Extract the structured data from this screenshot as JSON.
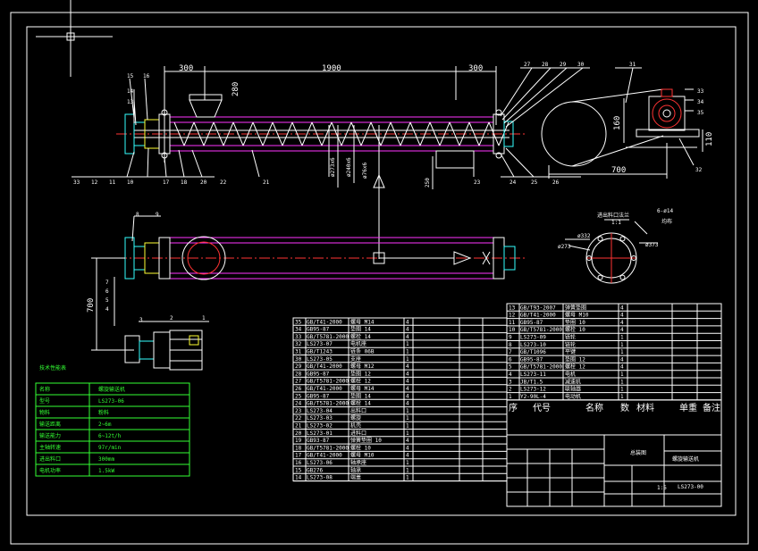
{
  "dims": {
    "d300_left": "300",
    "d1900": "1900",
    "d300_right": "300",
    "d280": "280",
    "d273": "ø273x6",
    "d240": "ø240x6",
    "d76": "ø76x6",
    "d250": "250",
    "d160": "160",
    "d700_motor": "700",
    "d110": "110",
    "d700_plan": "700"
  },
  "callouts_top_left": [
    "15",
    "16",
    "14",
    "13"
  ],
  "callouts_top_mid": [
    "27",
    "28",
    "29",
    "30"
  ],
  "callout_31": "31",
  "callouts_motor_right": [
    "33",
    "34",
    "35"
  ],
  "callout_32": "32",
  "callouts_bottom": [
    "33",
    "12",
    "11",
    "10",
    "17",
    "18",
    "20",
    "22",
    "21",
    "23",
    "24",
    "25",
    "26"
  ],
  "callouts_plan": [
    "8",
    "9",
    "7",
    "6",
    "5",
    "4",
    "3",
    "2",
    "1"
  ],
  "flange": {
    "title": "进出料口法兰",
    "scale": "1:1",
    "holes": "6-ø14",
    "holes_note": "均布",
    "d1": "ø332",
    "d2": "ø273",
    "d3": "ø373"
  },
  "tech_table": {
    "title": "技术性能表",
    "rows": [
      [
        "名称",
        "螺旋输送机"
      ],
      [
        "型号",
        "LS273-06"
      ],
      [
        "物料",
        "粉料"
      ],
      [
        "输送距离",
        "2~6m"
      ],
      [
        "输送能力",
        "6~12t/h"
      ],
      [
        "主轴转速",
        "97r/min"
      ],
      [
        "进出料口",
        "300mm"
      ],
      [
        "电机功率",
        "1.5kW"
      ]
    ]
  },
  "bom_left": [
    [
      "35",
      "GB/T41-2000",
      "螺母 M14",
      "4"
    ],
    [
      "34",
      "GB95-87",
      "垫圈 14",
      "4"
    ],
    [
      "33",
      "GB/T5781-2000",
      "螺栓 14",
      "4"
    ],
    [
      "32",
      "LS273-07",
      "电机座",
      "1"
    ],
    [
      "31",
      "GB/T1243",
      "链条 06B",
      "1"
    ],
    [
      "30",
      "LS273-05",
      "支座",
      "1"
    ],
    [
      "29",
      "GB/T41-2000",
      "螺母 M12",
      "4"
    ],
    [
      "28",
      "GB95-87",
      "垫圈 12",
      "4"
    ],
    [
      "27",
      "GB/T5781-2000",
      "螺栓 12",
      "4"
    ],
    [
      "26",
      "GB/T41-2000",
      "螺母 M14",
      "4"
    ],
    [
      "25",
      "GB95-87",
      "垫圈 14",
      "4"
    ],
    [
      "24",
      "GB/T5781-2000",
      "螺栓 14",
      "4"
    ],
    [
      "23",
      "LS273-04",
      "出料口",
      "1"
    ],
    [
      "22",
      "LS273-03",
      "螺旋",
      "1"
    ],
    [
      "21",
      "LS273-02",
      "机壳",
      "1"
    ],
    [
      "20",
      "LS273-01",
      "进料口",
      "1"
    ],
    [
      "19",
      "GB93-87",
      "弹簧垫圈 10",
      "4"
    ],
    [
      "18",
      "GB/T5781-2000",
      "螺栓 10",
      "4"
    ],
    [
      "17",
      "GB/T41-2000",
      "螺母 M10",
      "4"
    ],
    [
      "16",
      "LS273-06",
      "轴承座",
      "1"
    ],
    [
      "15",
      "GB276",
      "轴承",
      "1"
    ],
    [
      "14",
      "LS273-08",
      "端盖",
      "1"
    ]
  ],
  "bom_right": [
    [
      "13",
      "GB/T93-2007",
      "弹簧垫圈",
      "4"
    ],
    [
      "12",
      "GB/T41-2000",
      "螺母 M10",
      "4"
    ],
    [
      "11",
      "GB95-87",
      "垫圈 10",
      "4"
    ],
    [
      "10",
      "GB/T5781-2000",
      "螺栓 10",
      "4"
    ],
    [
      "9",
      "LS273-09",
      "链轮",
      "1"
    ],
    [
      "8",
      "LS273-10",
      "链轮",
      "1"
    ],
    [
      "7",
      "GB/T1096",
      "平键",
      "1"
    ],
    [
      "6",
      "GB95-87",
      "垫圈 12",
      "4"
    ],
    [
      "5",
      "GB/T5781-2000",
      "螺栓 12",
      "4"
    ],
    [
      "4",
      "LS273-11",
      "电机",
      "1"
    ],
    [
      "3",
      "JB/T1.5",
      "减速机",
      "1"
    ],
    [
      "2",
      "LS273-12",
      "联轴器",
      "1"
    ],
    [
      "1",
      "Y2-90L-4",
      "电动机",
      "1"
    ]
  ],
  "bom_header": [
    "序",
    "代号",
    "名称",
    "数",
    "材料",
    "单重",
    "备注"
  ],
  "title_block": {
    "drawing_name": "总装图",
    "product": "螺旋输送机",
    "code": "LS273-00",
    "scale": "1:5"
  }
}
